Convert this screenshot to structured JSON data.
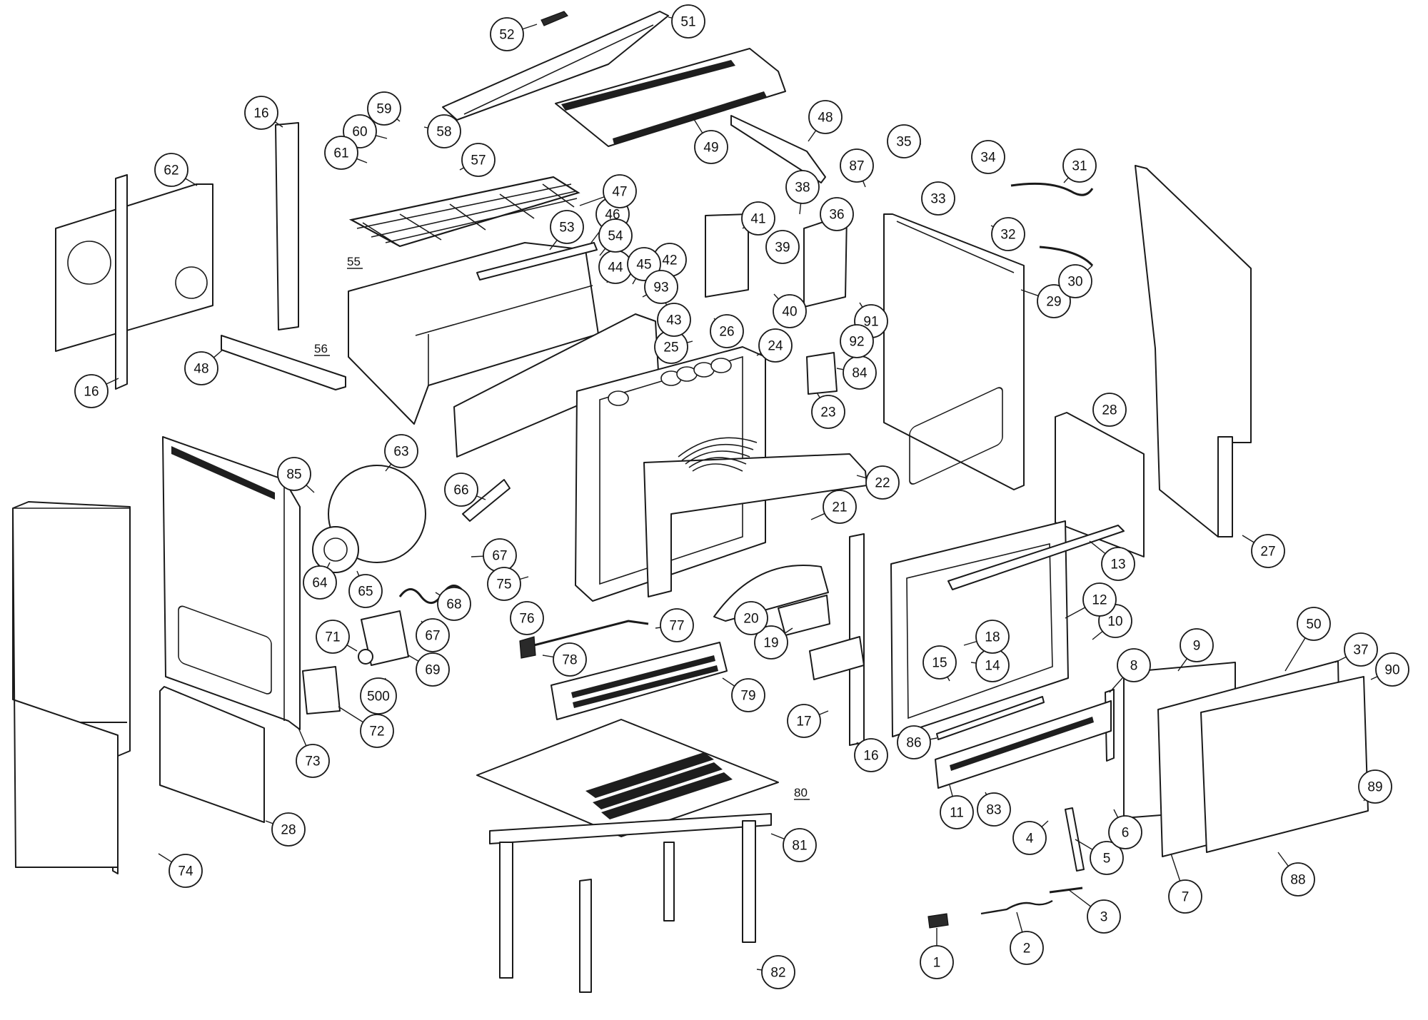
{
  "diagram": {
    "callouts": [
      {
        "id": "c1",
        "label": "1"
      },
      {
        "id": "c2",
        "label": "2"
      },
      {
        "id": "c3",
        "label": "3"
      },
      {
        "id": "c4",
        "label": "4"
      },
      {
        "id": "c5",
        "label": "5"
      },
      {
        "id": "c6",
        "label": "6"
      },
      {
        "id": "c7",
        "label": "7"
      },
      {
        "id": "c8",
        "label": "8"
      },
      {
        "id": "c9",
        "label": "9"
      },
      {
        "id": "c10",
        "label": "10"
      },
      {
        "id": "c11",
        "label": "11"
      },
      {
        "id": "c12",
        "label": "12"
      },
      {
        "id": "c13",
        "label": "13"
      },
      {
        "id": "c14",
        "label": "14"
      },
      {
        "id": "c15",
        "label": "15"
      },
      {
        "id": "c16a",
        "label": "16"
      },
      {
        "id": "c16b",
        "label": "16"
      },
      {
        "id": "c16c",
        "label": "16"
      },
      {
        "id": "c17",
        "label": "17"
      },
      {
        "id": "c18",
        "label": "18"
      },
      {
        "id": "c19",
        "label": "19"
      },
      {
        "id": "c20",
        "label": "20"
      },
      {
        "id": "c21",
        "label": "21"
      },
      {
        "id": "c22",
        "label": "22"
      },
      {
        "id": "c23",
        "label": "23"
      },
      {
        "id": "c24",
        "label": "24"
      },
      {
        "id": "c25",
        "label": "25"
      },
      {
        "id": "c26",
        "label": "26"
      },
      {
        "id": "c27",
        "label": "27"
      },
      {
        "id": "c28a",
        "label": "28"
      },
      {
        "id": "c28b",
        "label": "28"
      },
      {
        "id": "c29",
        "label": "29"
      },
      {
        "id": "c30",
        "label": "30"
      },
      {
        "id": "c31",
        "label": "31"
      },
      {
        "id": "c32",
        "label": "32"
      },
      {
        "id": "c33",
        "label": "33"
      },
      {
        "id": "c34",
        "label": "34"
      },
      {
        "id": "c35",
        "label": "35"
      },
      {
        "id": "c36",
        "label": "36"
      },
      {
        "id": "c37",
        "label": "37"
      },
      {
        "id": "c38",
        "label": "38"
      },
      {
        "id": "c39",
        "label": "39"
      },
      {
        "id": "c40",
        "label": "40"
      },
      {
        "id": "c41",
        "label": "41"
      },
      {
        "id": "c42",
        "label": "42"
      },
      {
        "id": "c43",
        "label": "43"
      },
      {
        "id": "c44",
        "label": "44"
      },
      {
        "id": "c45",
        "label": "45"
      },
      {
        "id": "c46",
        "label": "46"
      },
      {
        "id": "c47",
        "label": "47"
      },
      {
        "id": "c48a",
        "label": "48"
      },
      {
        "id": "c48b",
        "label": "48"
      },
      {
        "id": "c49",
        "label": "49"
      },
      {
        "id": "c50",
        "label": "50"
      },
      {
        "id": "c51",
        "label": "51"
      },
      {
        "id": "c52",
        "label": "52"
      },
      {
        "id": "c53",
        "label": "53"
      },
      {
        "id": "c54",
        "label": "54"
      },
      {
        "id": "c57",
        "label": "57"
      },
      {
        "id": "c58",
        "label": "58"
      },
      {
        "id": "c59",
        "label": "59"
      },
      {
        "id": "c60",
        "label": "60"
      },
      {
        "id": "c61",
        "label": "61"
      },
      {
        "id": "c62",
        "label": "62"
      },
      {
        "id": "c63",
        "label": "63"
      },
      {
        "id": "c64",
        "label": "64"
      },
      {
        "id": "c65",
        "label": "65"
      },
      {
        "id": "c66",
        "label": "66"
      },
      {
        "id": "c67a",
        "label": "67"
      },
      {
        "id": "c67b",
        "label": "67"
      },
      {
        "id": "c68",
        "label": "68"
      },
      {
        "id": "c69",
        "label": "69"
      },
      {
        "id": "c71",
        "label": "71"
      },
      {
        "id": "c72",
        "label": "72"
      },
      {
        "id": "c73",
        "label": "73"
      },
      {
        "id": "c74",
        "label": "74"
      },
      {
        "id": "c75",
        "label": "75"
      },
      {
        "id": "c76",
        "label": "76"
      },
      {
        "id": "c77",
        "label": "77"
      },
      {
        "id": "c78",
        "label": "78"
      },
      {
        "id": "c79",
        "label": "79"
      },
      {
        "id": "c81",
        "label": "81"
      },
      {
        "id": "c82",
        "label": "82"
      },
      {
        "id": "c83",
        "label": "83"
      },
      {
        "id": "c84",
        "label": "84"
      },
      {
        "id": "c85",
        "label": "85"
      },
      {
        "id": "c86",
        "label": "86"
      },
      {
        "id": "c87",
        "label": "87"
      },
      {
        "id": "c88",
        "label": "88"
      },
      {
        "id": "c89",
        "label": "89"
      },
      {
        "id": "c90",
        "label": "90"
      },
      {
        "id": "c91",
        "label": "91"
      },
      {
        "id": "c92",
        "label": "92"
      },
      {
        "id": "c93",
        "label": "93"
      },
      {
        "id": "c500",
        "label": "500"
      }
    ],
    "plain_labels": [
      {
        "id": "p55",
        "label": "55"
      },
      {
        "id": "p56",
        "label": "56"
      },
      {
        "id": "p80",
        "label": "80"
      }
    ]
  }
}
